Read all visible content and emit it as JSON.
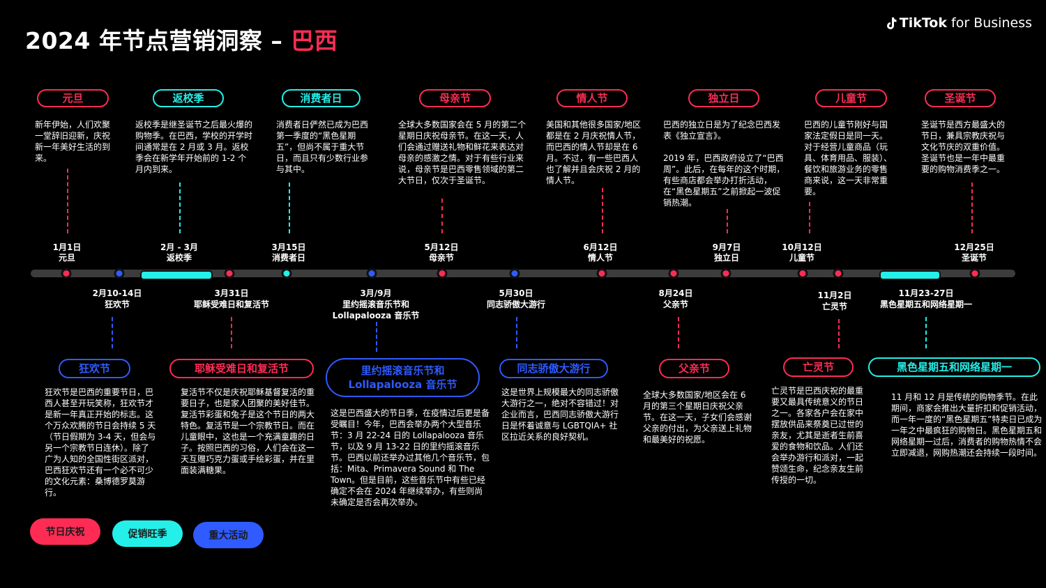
{
  "header": {
    "title_main": "2024 年节点营销洞察 – ",
    "title_highlight": "巴西",
    "brand_bold": "TikTok",
    "brand_rest": " for Business"
  },
  "colors": {
    "holiday": "#fe2c55",
    "promo": "#25efe9",
    "event": "#2f5bff"
  },
  "top_events": [
    {
      "type": "holiday",
      "name": "元旦",
      "date": "1月1日",
      "label": "元旦",
      "desc": "新年伊始，人们欢聚一堂辞旧迎新，庆祝新一年美好生活的到来。"
    },
    {
      "type": "promo",
      "name": "返校季",
      "date": "2月 - 3月",
      "label": "返校季",
      "desc": "返校季是继圣诞节之后最火爆的购物季。在巴西，学校的开学时间通常是在 2 月或 3 月。返校季会在新学年开始前的 1-2 个月内到来。"
    },
    {
      "type": "promo",
      "name": "消费者日",
      "date": "3月15日",
      "label": "消费者日",
      "desc": "消费者日俨然已成为巴西第一季度的“黑色星期五”，但尚不属于重大节日，而且只有少数行业参与其中。"
    },
    {
      "type": "holiday",
      "name": "母亲节",
      "date": "5月12日",
      "label": "母亲节",
      "desc": "全球大多数国家会在 5 月的第二个星期日庆祝母亲节。在这一天，人们会通过赠送礼物和鲜花来表达对母亲的感激之情。对于有些行业来说，母亲节是巴西零售领域的第二大节日，仅次于圣诞节。"
    },
    {
      "type": "holiday",
      "name": "情人节",
      "date": "6月12日",
      "label": "情人节",
      "desc": "美国和其他很多国家/地区都是在 2 月庆祝情人节，而巴西的情人节却是在 6 月。不过，有一些巴西人也了解并且会庆祝 2 月的情人节。"
    },
    {
      "type": "holiday",
      "name": "独立日",
      "date": "9月7日",
      "label": "独立日",
      "desc": "巴西的独立日是为了纪念巴西发表《独立宣言》。\n\n2019 年，巴西政府设立了“巴西周”。此后，在每年的这个时期，有些商店都会举办打折活动，在“黑色星期五”之前掀起一波促销热潮。"
    },
    {
      "type": "holiday",
      "name": "儿童节",
      "date": "10月12日",
      "label": "儿童节",
      "desc": "巴西的儿童节刚好与国家法定假日是同一天。对于经营儿童商品（玩具、体育用品、服装）、餐饮和旅游业务的零售商来说，这一天非常重要。"
    },
    {
      "type": "holiday",
      "name": "圣诞节",
      "date": "12月25日",
      "label": "圣诞节",
      "desc": "圣诞节是西方最盛大的节日，兼具宗教庆祝与文化节庆的双重价值。圣诞节也是一年中最重要的购物消费季之一。"
    }
  ],
  "bottom_events": [
    {
      "type": "event",
      "name": "狂欢节",
      "date": "2月10-14日",
      "label": "狂欢节",
      "desc": "狂欢节是巴西的重要节日，巴西人甚至开玩笑称，狂欢节才是新一年真正开始的标志。这个万众欢腾的节日会持续 5 天（节日假期为 3-4 天，但会与另一个宗教节日连休）。除了广为人知的全国性街区派对，巴西狂欢节还有一个必不可少的文化元素：桑博德罗莫游行。"
    },
    {
      "type": "holiday",
      "name": "耶稣受难日和复活节",
      "date": "3月31日",
      "label": "耶稣受难日和复活节",
      "desc": "复活节不仅是庆祝耶稣基督复活的重要日子，也是家人团聚的美好佳节。复活节彩蛋和兔子是这个节日的两大特色。复活节是一个宗教节日。而在儿童眼中，这也是一个充满童趣的日子。按照巴西的习俗，人们会在这一天互赠巧克力蛋或手绘彩蛋，并在里面装满糖果。"
    },
    {
      "type": "event",
      "name": "里约摇滚音乐节和\nLollapalooza 音乐节",
      "date": "3月/9月",
      "label": "里约摇滚音乐节和\nLollapalooza 音乐节",
      "desc": "这是巴西盛大的节日季，在疫情过后更是备受瞩目！今年，巴西会举办两个大型音乐节：3 月 22-24 日的 Lollapalooza 音乐节，以及 9 月 13-22 日的里约摇滚音乐节。巴西以前还举办过其他几个音乐节，包括：Mita、Primavera Sound 和 The Town。但是目前，这些音乐节中有些已经确定不会在 2024 年继续举办，有些则尚未确定是否会再次举办。"
    },
    {
      "type": "event",
      "name": "同志骄傲大游行",
      "date": "5月30日",
      "label": "同志骄傲大游行",
      "desc": "这是世界上规模最大的同志骄傲大游行之一，绝对不容错过！对企业而言，巴西同志骄傲大游行日是怀着诚意与 LGBTQIA+ 社区拉近关系的良好契机。"
    },
    {
      "type": "holiday",
      "name": "父亲节",
      "date": "8月24日",
      "label": "父亲节",
      "desc": "全球大多数国家/地区会在 6 月的第三个星期日庆祝父亲节。在这一天，子女们会感谢父亲的付出，为父亲送上礼物和最美好的祝愿。"
    },
    {
      "type": "holiday",
      "name": "亡灵节",
      "date": "11月2日",
      "label": "亡灵节",
      "desc": "亡灵节是巴西庆祝的最重要又最具传统意义的节日之一。各家各户会在家中摆放供品来祭奠已过世的亲友，尤其是逝者生前喜爱的食物和饮品。人们还会举办游行和派对，一起赞颂生命，纪念亲友生前传授的一切。"
    },
    {
      "type": "promo",
      "name": "黑色星期五和网络星期一",
      "date": "11月23-27日",
      "label": "黑色星期五和网络星期一",
      "desc": "11 月和 12 月是传统的购物季节。在此期间，商家会推出大量折扣和促销活动，而一年一度的“黑色星期五”特卖日已成为一年之中最疯狂的购物日。黑色星期五和网络星期一过后，消费者的购物热情不会立即减退，网购热潮还会持续一段时间。"
    }
  ],
  "legend": [
    {
      "type": "holiday",
      "label": "节日庆祝"
    },
    {
      "type": "promo",
      "label": "促销旺季"
    },
    {
      "type": "event",
      "label": "重大活动"
    }
  ]
}
